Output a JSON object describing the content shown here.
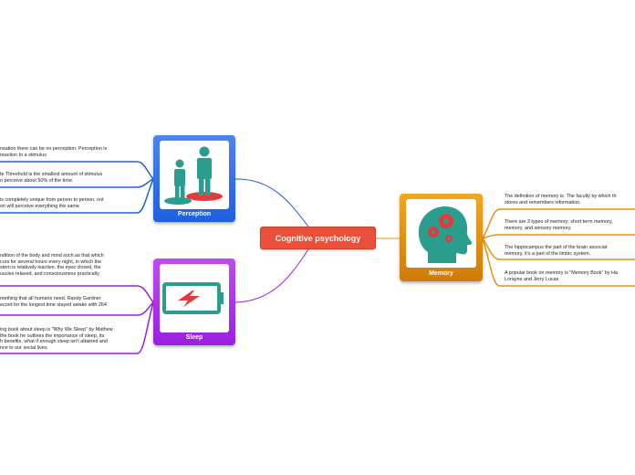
{
  "central": {
    "title": "Cognitive psychology"
  },
  "colors": {
    "central": "#e8503a",
    "perception": "#1d5fe0",
    "sleep": "#9a1fe0",
    "memory": "#e8920f"
  },
  "topics": {
    "perception": {
      "label": "Perception",
      "icon": "two-people-icon",
      "subtopics": [
        "nsation there can be no perception. Perception is\nreaction to a stimulus",
        "te Threshold is the smallest amount of stimulus\nn perceive about 50% of the time.",
        "is completely unique from person to person, not\non will perceive everything the same"
      ]
    },
    "sleep": {
      "label": "Sleep",
      "icon": "low-battery-icon",
      "subtopics": [
        "ndition of the body and mind such as that which\ncurs for several hours every night, in which the\nstem is relatively inactive, the eyes closed, the\nuscles relaxed, and consciousness practically",
        "mething that all humans need. Randy Gardner\necord for the longest time stayed awake with 264",
        "ing book about sleep is \"Why We Sleep\" by Mathew\nthe book he outlines the importance of sleep, its\nh benefits, what if enough sleep isn't  attained and\nnce to our social lives."
      ]
    },
    "memory": {
      "label": "Memory",
      "icon": "head-gears-icon",
      "subtopics": [
        "The definition of memory is: The faculty by which th\nstores and remembers information.",
        "There are 3 types of memory; short term memory,\nmemory, and sensory memory.",
        "The hippocampus the part of the brain associat\nmemory, it's a part of the limbic system.",
        "A popular book on memory is \"Memory Book\" by Ha\nLorayne and Jerry Lucas"
      ]
    }
  }
}
